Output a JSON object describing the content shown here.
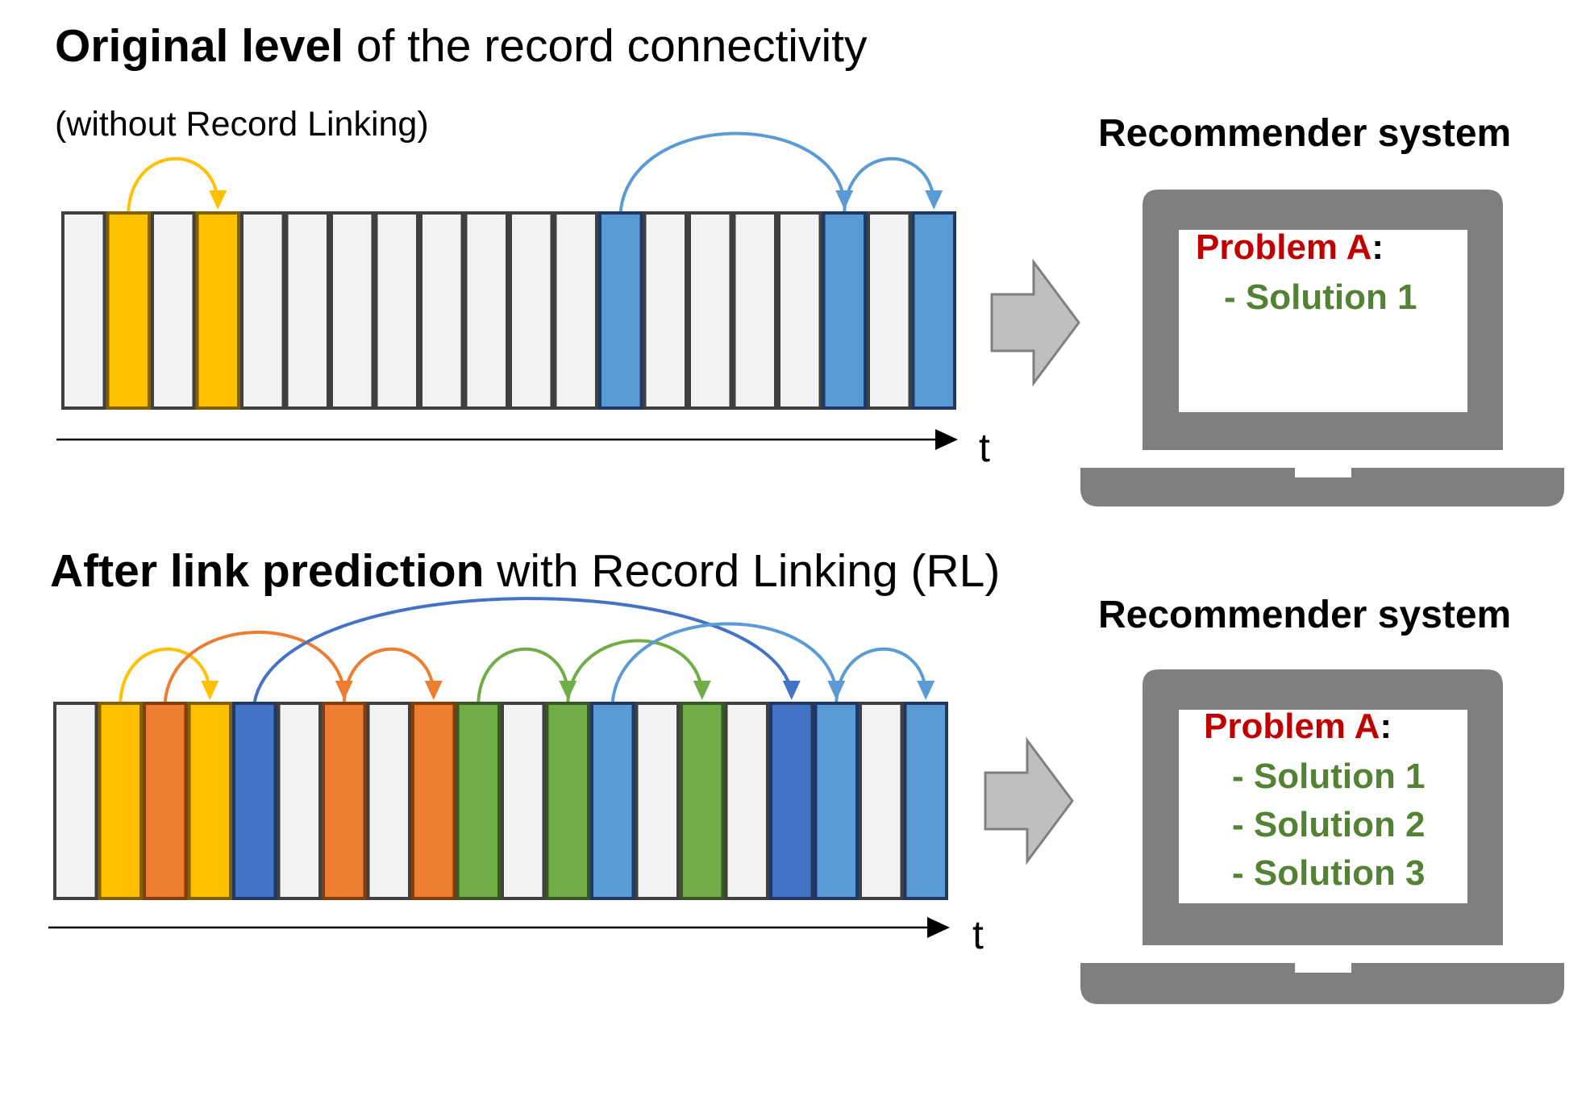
{
  "section_original": {
    "title_bold": "Original level",
    "title_rest": " of the record connectivity",
    "subtitle": "(without Record Linking)",
    "axis_label": "t",
    "records": [
      "white",
      "yellow",
      "white",
      "yellow",
      "white",
      "white",
      "white",
      "white",
      "white",
      "white",
      "white",
      "white",
      "lightblue",
      "white",
      "white",
      "white",
      "white",
      "lightblue",
      "white",
      "lightblue"
    ],
    "links": [
      {
        "from": 1,
        "to": 3,
        "color": "yellow"
      },
      {
        "from": 12,
        "to": 17,
        "color": "lightblue"
      },
      {
        "from": 17,
        "to": 19,
        "color": "lightblue"
      }
    ],
    "recommender": {
      "label": "Recommender system",
      "problem": "Problem A",
      "colon": ":",
      "solutions": [
        "- Solution 1"
      ]
    }
  },
  "section_after": {
    "title_bold": "After link prediction",
    "title_rest": " with Record Linking (RL)",
    "axis_label": "t",
    "records": [
      "white",
      "yellow",
      "orange",
      "yellow",
      "darkblue",
      "white",
      "orange",
      "white",
      "orange",
      "green",
      "white",
      "green",
      "lightblue",
      "white",
      "green",
      "white",
      "darkblue",
      "lightblue",
      "white",
      "lightblue"
    ],
    "links": [
      {
        "from": 1,
        "to": 3,
        "color": "yellow"
      },
      {
        "from": 2,
        "to": 6,
        "color": "orange"
      },
      {
        "from": 6,
        "to": 8,
        "color": "orange"
      },
      {
        "from": 4,
        "to": 16,
        "color": "darkblue"
      },
      {
        "from": 9,
        "to": 11,
        "color": "green"
      },
      {
        "from": 11,
        "to": 14,
        "color": "green"
      },
      {
        "from": 12,
        "to": 17,
        "color": "lightblue"
      },
      {
        "from": 17,
        "to": 19,
        "color": "lightblue"
      }
    ],
    "recommender": {
      "label": "Recommender system",
      "problem": "Problem A",
      "colon": ":",
      "solutions": [
        "- Solution 1",
        "- Solution 2",
        "- Solution 3"
      ]
    }
  },
  "colors": {
    "white": "#f2f2f2",
    "yellow": "#ffc000",
    "orange": "#ed7d31",
    "green": "#70ad47",
    "lightblue": "#5b9bd5",
    "darkblue": "#4472c4",
    "laptop": "#7f7f7f",
    "arrow_fill": "#bfbfbf",
    "arrow_stroke": "#7f7f7f",
    "problem_text": "#c00000",
    "solution_text": "#548235"
  },
  "icons": {
    "laptop": "laptop-icon",
    "flow_arrow": "right-arrow-icon"
  }
}
